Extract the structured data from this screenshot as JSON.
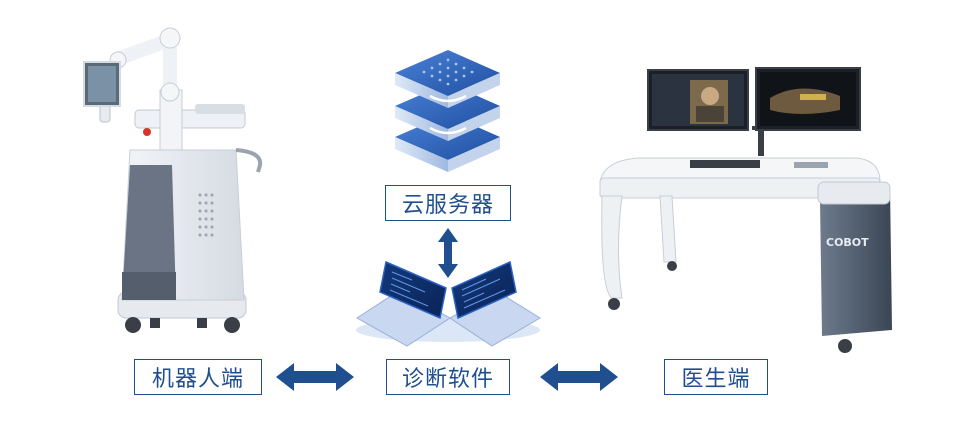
{
  "labels": {
    "cloud_server": "云服务器",
    "robot_side": "机器人端",
    "diagnostic_software": "诊断软件",
    "doctor_side": "医生端",
    "cabinet_brand": "COBOT"
  },
  "colors": {
    "arrow": "#1f4f8f",
    "label_border": "#1f4f8f",
    "server_blue": "#2f63b8",
    "laptop_blue": "#2a62c4"
  }
}
